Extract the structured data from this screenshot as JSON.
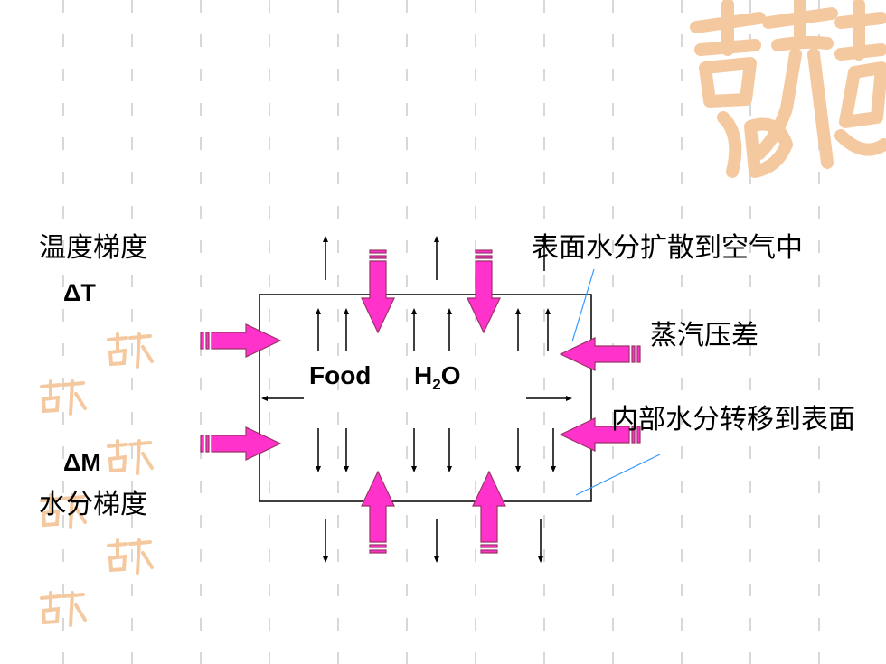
{
  "labels": {
    "temperature_gradient": "温度梯度",
    "delta_t": "ΔT",
    "delta_m": "ΔM",
    "moisture_gradient": "水分梯度",
    "surface_diffusion": "表面水分扩散到空气中",
    "vapor_pressure_diff": "蒸汽压差",
    "internal_transfer": "内部水分转移到表面"
  },
  "box": {
    "food": "Food",
    "h2o_main": "H",
    "h2o_sub": "2",
    "h2o_end": "O"
  },
  "colors": {
    "arrow_fill": "#ff33cc",
    "arrow_stroke": "#993366",
    "leader_line": "#3399ff",
    "seal": "#f5c9a0",
    "dash": "#d8d8d8"
  },
  "icons": {
    "decor_large": "ji-xiang-ru-yi-seal",
    "decor_small": "ji-xiang-ru-yi-stamp"
  }
}
